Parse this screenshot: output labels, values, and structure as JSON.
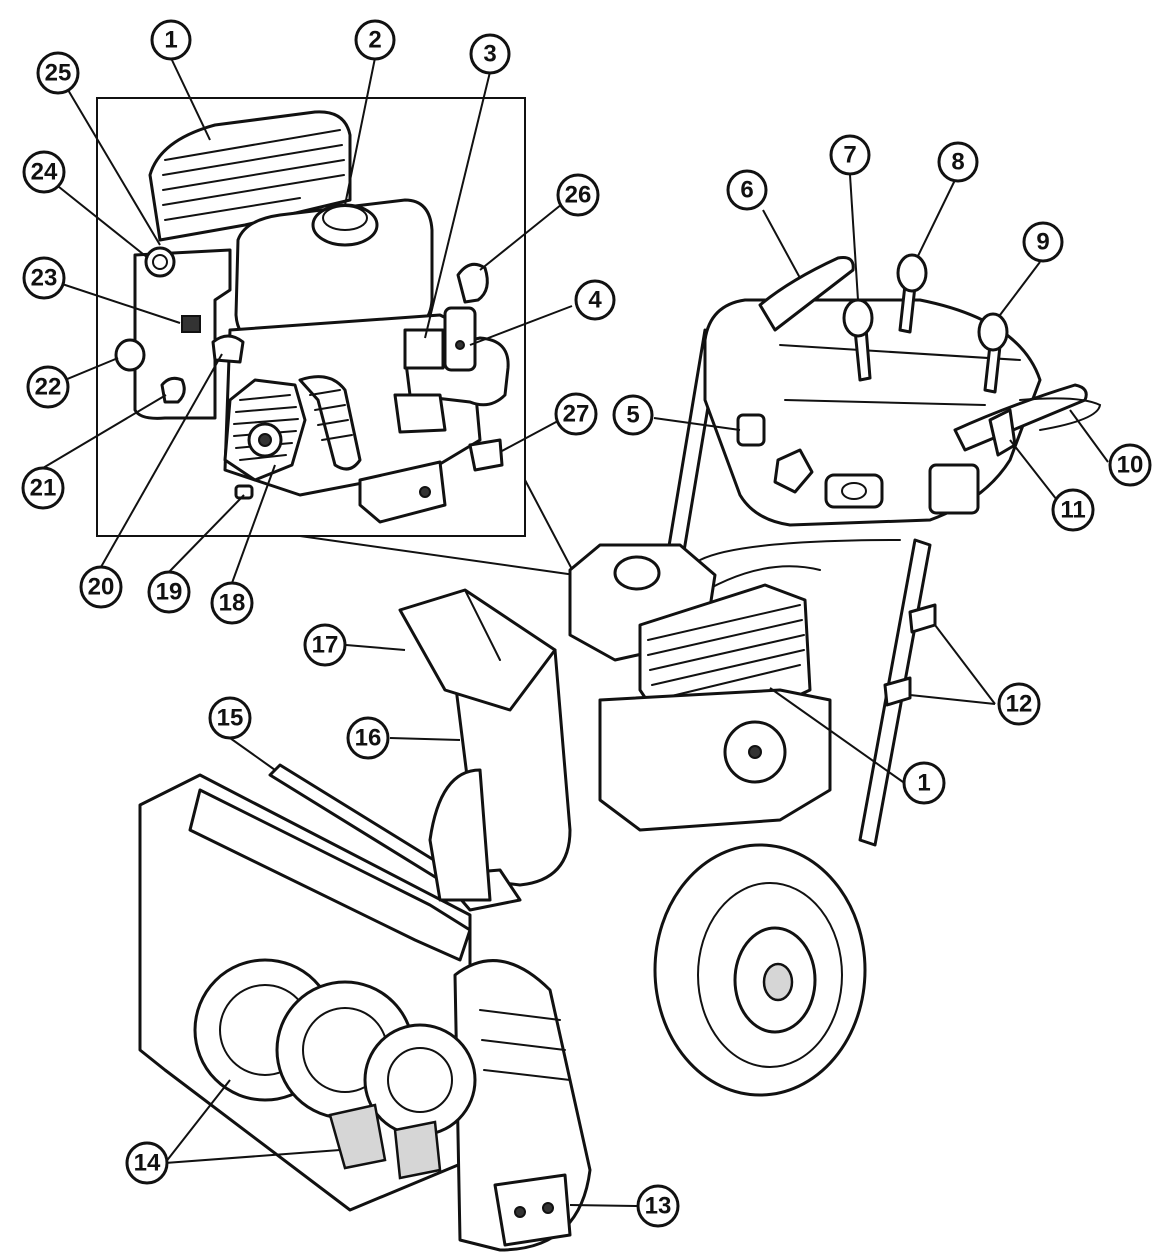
{
  "callouts": [
    {
      "id": "c1a",
      "label": "1"
    },
    {
      "id": "c2",
      "label": "2"
    },
    {
      "id": "c3",
      "label": "3"
    },
    {
      "id": "c4",
      "label": "4"
    },
    {
      "id": "c5",
      "label": "5"
    },
    {
      "id": "c6",
      "label": "6"
    },
    {
      "id": "c7",
      "label": "7"
    },
    {
      "id": "c8",
      "label": "8"
    },
    {
      "id": "c9",
      "label": "9"
    },
    {
      "id": "c10",
      "label": "10"
    },
    {
      "id": "c11",
      "label": "11"
    },
    {
      "id": "c12",
      "label": "12"
    },
    {
      "id": "c13",
      "label": "13"
    },
    {
      "id": "c14",
      "label": "14"
    },
    {
      "id": "c15",
      "label": "15"
    },
    {
      "id": "c16",
      "label": "16"
    },
    {
      "id": "c17",
      "label": "17"
    },
    {
      "id": "c18",
      "label": "18"
    },
    {
      "id": "c19",
      "label": "19"
    },
    {
      "id": "c20",
      "label": "20"
    },
    {
      "id": "c21",
      "label": "21"
    },
    {
      "id": "c22",
      "label": "22"
    },
    {
      "id": "c23",
      "label": "23"
    },
    {
      "id": "c24",
      "label": "24"
    },
    {
      "id": "c25",
      "label": "25"
    },
    {
      "id": "c26",
      "label": "26"
    },
    {
      "id": "c27",
      "label": "27"
    },
    {
      "id": "c1b",
      "label": "1"
    }
  ]
}
